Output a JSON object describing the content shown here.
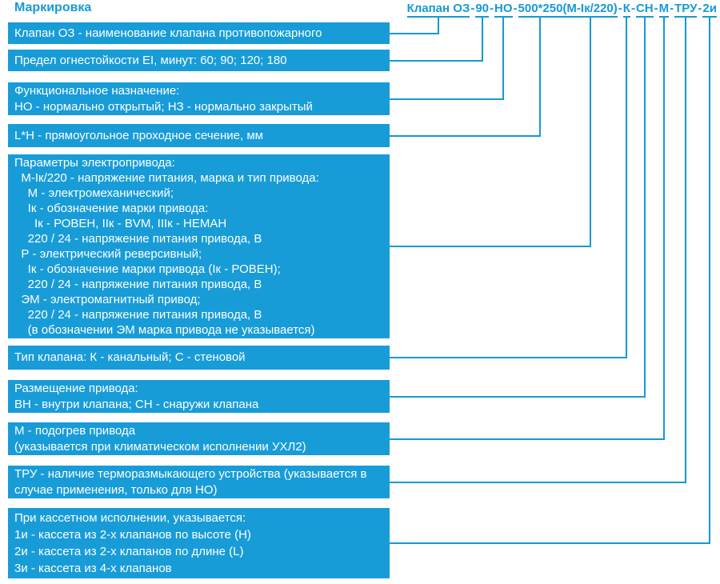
{
  "page": {
    "heading": "Маркировка"
  },
  "designation": {
    "full": "Клапан ОЗ-90-НО-500*250(М-Iк/220)-К-СН-М-ТРУ-2и",
    "parts": [
      {
        "text": "Клапан ОЗ",
        "underline": true
      },
      {
        "text": "-",
        "underline": false
      },
      {
        "text": "90",
        "underline": true
      },
      {
        "text": "-",
        "underline": false
      },
      {
        "text": "НО",
        "underline": true
      },
      {
        "text": "-",
        "underline": false
      },
      {
        "text": "500*250",
        "underline": true
      },
      {
        "text": "(М-Iк/220)",
        "underline": true
      },
      {
        "text": "-",
        "underline": false
      },
      {
        "text": "К",
        "underline": true
      },
      {
        "text": "-",
        "underline": false
      },
      {
        "text": "СН",
        "underline": true
      },
      {
        "text": "-",
        "underline": false
      },
      {
        "text": "М",
        "underline": true
      },
      {
        "text": "-",
        "underline": false
      },
      {
        "text": "ТРУ",
        "underline": true
      },
      {
        "text": "-",
        "underline": false
      },
      {
        "text": "2и",
        "underline": true
      }
    ]
  },
  "boxes": [
    {
      "id": "valve-name",
      "text": "Клапан ОЗ - наименование клапана противопожарного"
    },
    {
      "id": "fire-resistance",
      "text": "Предел огнестойкости EI, минут: 60; 90; 120; 180"
    },
    {
      "id": "function",
      "text": "Функциональное назначение:\nНО - нормально открытый; НЗ - нормально закрытый"
    },
    {
      "id": "cross-section",
      "text": "L*H - прямоугольное проходное сечение, мм"
    },
    {
      "id": "actuator-params",
      "text": "Параметры электропривода:\n  М-Iк/220 - напряжение питания, марка и тип привода:\n    М - электромеханический;\n    Iк - обозначение марки привода:\n      Iк - РОВЕН, IIк - BVM, IIIк - НЕМАН\n    220 / 24 - напряжение питания привода, В\n  Р - электрический реверсивный;\n    Iк - обозначение марки привода (Iк - РОВЕН);\n    220 / 24 - напряжение питания привода, В\n  ЭМ - электромагнитный привод;\n    220 / 24 - напряжение питания привода, В\n    (в обозначении ЭМ марка привода не указывается)"
    },
    {
      "id": "valve-type",
      "text": "Тип клапана: К - канальный; С - стеновой"
    },
    {
      "id": "actuator-placement",
      "text": "Размещение привода:\nВН - внутри клапана; СН - снаружи клапана"
    },
    {
      "id": "actuator-heating",
      "text": "М - подогрев привода\n(указывается при климатическом исполнении УХЛ2)"
    },
    {
      "id": "tru-device",
      "text": "ТРУ - наличие терморазмыкающего устройства (указывается в случае применения, только для НО)"
    },
    {
      "id": "cassette",
      "text": "При кассетном исполнении, указывается:\n1и - кассета из 2-х клапанов по высоте (Н)\n2и - кассета из 2-х клапанов по длине (L)\n3и - кассета из 4-х клапанов"
    }
  ],
  "colors": {
    "accent": "#1899d6",
    "box_fill": "#189cd8",
    "box_text": "#ffffff"
  }
}
